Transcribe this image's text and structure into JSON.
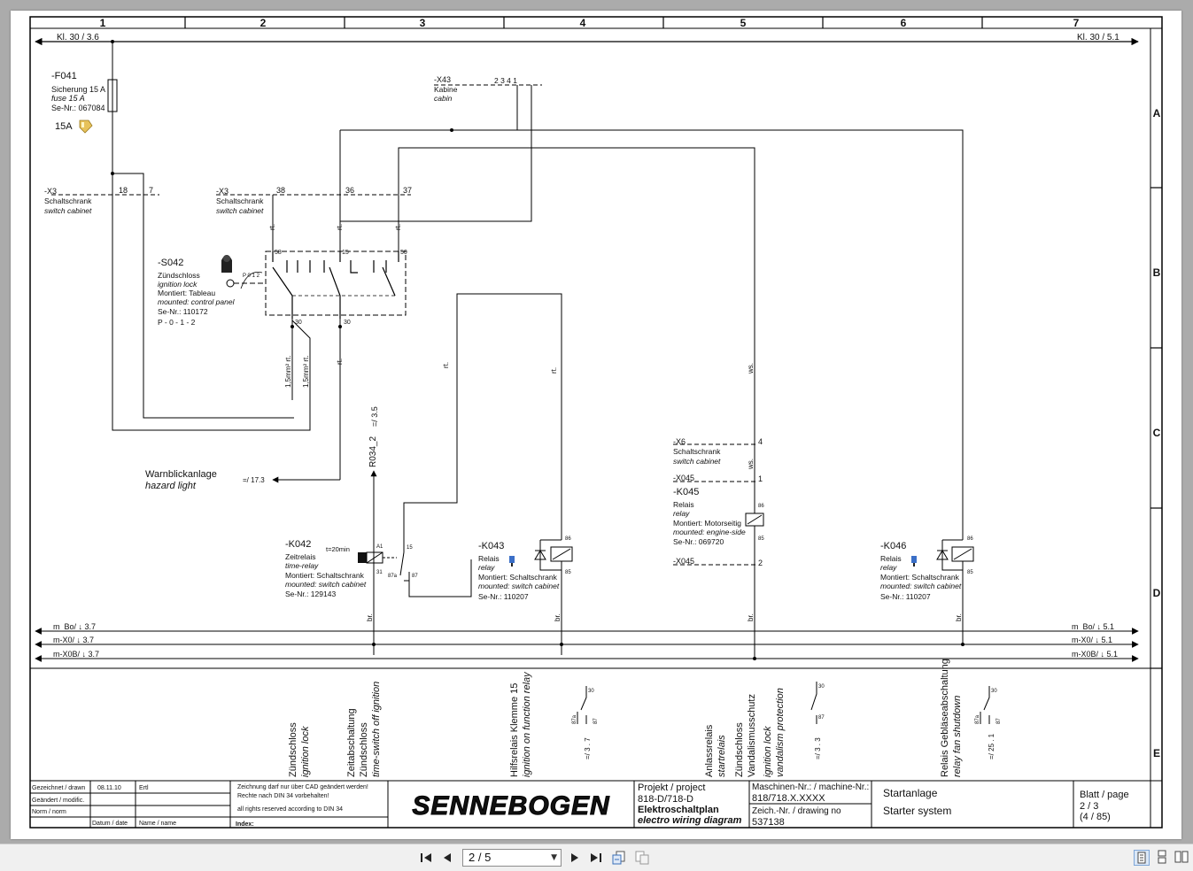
{
  "grid": {
    "columns": [
      "1",
      "2",
      "3",
      "4",
      "5",
      "6",
      "7"
    ],
    "rows": [
      "A",
      "B",
      "C",
      "D",
      "E"
    ]
  },
  "rails": {
    "top_left": "Kl. 30 / 3.6",
    "top_right": "Kl. 30 / 5.1",
    "bottom": [
      {
        "left": "m_Bo/ ↓ 3.7",
        "right": "m_Bo/ ↓ 5.1"
      },
      {
        "left": "m-X0/ ↓ 3.7",
        "right": "m-X0/ ↓ 5.1"
      },
      {
        "left": "m-X0B/ ↓ 3.7",
        "right": "m-X0B/ ↓ 5.1"
      }
    ]
  },
  "fuse": {
    "tag": "-F041",
    "lines": [
      "Sicherung 15 A",
      "fuse 15 A",
      "Se-Nr.: 067084"
    ],
    "rating": "15A"
  },
  "x43": {
    "tag": "-X43",
    "name_de": "Kabine",
    "name_en": "cabin",
    "pins": "2 3 4 1"
  },
  "x3_left": {
    "tag": "-X3",
    "name_de": "Schaltschrank",
    "name_en": "switch cabinet",
    "pin_a": "18",
    "pin_b": "7"
  },
  "x3_right": {
    "tag": "-X3",
    "name_de": "Schaltschrank",
    "name_en": "switch cabinet",
    "pin_a": "38",
    "pin_b": "36",
    "pin_c": "37"
  },
  "s042": {
    "tag": "-S042",
    "lines": [
      "Zündschloss",
      "ignition lock",
      "Montiert: Tableau",
      "mounted: control panel",
      "Se-Nr.: 110172",
      "P - 0 - 1 - 2"
    ],
    "positions": "P 0 1 2",
    "pin_58": "58",
    "pin_15": "15",
    "pin_50": "50",
    "pin_30a": "30",
    "pin_30b": "30"
  },
  "wires": {
    "rt": "rt.",
    "ws": "ws.",
    "br": "br.",
    "mm1": "1,5mm² rt.",
    "mm2": "1,5mm² rt."
  },
  "hazard": {
    "de": "Warnblickanlage",
    "en": "hazard light",
    "ref": "=/ 17.3"
  },
  "r034": {
    "tag": "R034_2",
    "ref": "=/ 3.5"
  },
  "k042": {
    "tag": "-K042",
    "timer": "t=20min",
    "lines": [
      "Zeitrelais",
      "time-relay",
      "Montiert: Schaltschrank",
      "mounted: switch cabinet",
      "Se-Nr.: 129143"
    ],
    "pin_a": "A1",
    "pin_31": "31",
    "pin_15": "15",
    "pin_87a": "87a",
    "pin_87": "87"
  },
  "k043": {
    "tag": "-K043",
    "lines": [
      "Relais",
      "relay",
      "Montiert: Schaltschrank",
      "mounted: switch cabinet",
      "Se-Nr.: 110207"
    ],
    "pin_86": "86",
    "pin_85": "85"
  },
  "x6": {
    "tag": "-X6",
    "name_de": "Schaltschrank",
    "name_en": "switch cabinet",
    "pin": "4"
  },
  "x045a": {
    "tag": "-X045",
    "pin": "1"
  },
  "x045b": {
    "tag": "-X045",
    "pin": "2"
  },
  "k045": {
    "tag": "-K045",
    "lines": [
      "Relais",
      "relay",
      "Montiert: Motorseitig",
      "mounted: engine-side",
      "Se-Nr.: 069720"
    ],
    "pin_86": "86",
    "pin_85": "85"
  },
  "k046": {
    "tag": "-K046",
    "lines": [
      "Relais",
      "relay",
      "Montiert: Schaltschrank",
      "mounted: switch cabinet",
      "Se-Nr.: 110207"
    ],
    "pin_86": "86",
    "pin_85": "85"
  },
  "descriptions": {
    "d1_de": "Zündschloss",
    "d1_en": "ignition lock",
    "d2_de": "Zeitabschaltung",
    "d2_de2": "Zündschloss",
    "d2_en": "time-switch off ignition",
    "d3_de": "Hilfsrelais Klemme 15",
    "d3_en": "ignition on function relay",
    "d3_ref": "=/ 3 . 7",
    "d4_de": "Anlassrelais",
    "d4_en": "startrelais",
    "d5_de": "Zündschloss",
    "d5_de2": "Vandalismusschutz",
    "d5_en": "ignition lock",
    "d5_en2": "vandalism protection",
    "d5_ref": "=/ 3 . 3",
    "d6_de": "Relais Gebläseabschaltung",
    "d6_en": "relay fan shutdown",
    "d6_ref": "=/ 25 . 1",
    "contact_30": "30",
    "contact_87": "87",
    "contact_87a": "87a"
  },
  "title_block": {
    "drawn_label": "Gezeichnet / drawn",
    "drawn_date": "08.11.10",
    "drawn_by": "Ertl",
    "modified_label": "Geändert / modific.",
    "norm_label": "Norm / norm",
    "date_label": "Datum / date",
    "name_label": "Name / name",
    "notice1": "Zeichnung darf nur  über CAD geändert werden!",
    "notice2": "Rechte nach DIN 34 vorbehalten!",
    "notice3": "all rights reserved according to DIN 34",
    "index_label": "Index:",
    "logo": "SENNEBOGEN",
    "project_label": "Projekt / project",
    "project_value": "818-D/718-D",
    "plan_de": "Elektroschaltplan",
    "plan_en": "electro wiring diagram",
    "machine_label": "Maschinen-Nr.: / machine-Nr.:",
    "machine_value": "818/718.X.XXXX",
    "drawing_label": "Zeich.-Nr. / drawing no",
    "drawing_value": "537138",
    "title_de": "Startanlage",
    "title_en": "Starter system",
    "sheet_label": "Blatt / page",
    "sheet_value": "2 / 3",
    "sheet_total": "(4 / 85)"
  },
  "toolbar": {
    "page_value": "2 / 5"
  }
}
